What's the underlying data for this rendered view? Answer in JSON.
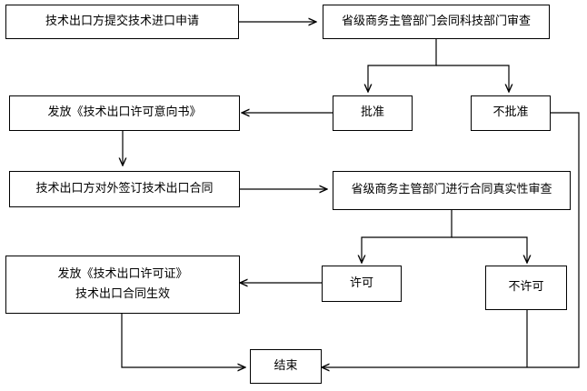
{
  "nodes": {
    "n1": {
      "lines": [
        "技术出口方提交技术进口申请"
      ]
    },
    "n2": {
      "lines": [
        "省级商务主管部门会同科技部门审查"
      ]
    },
    "n3": {
      "lines": [
        "批准"
      ]
    },
    "n4": {
      "lines": [
        "不批准"
      ]
    },
    "n5": {
      "lines": [
        "发放《技术出口许可意向书》"
      ]
    },
    "n6": {
      "lines": [
        "技术出口方对外签订技术出口合同"
      ]
    },
    "n7": {
      "lines": [
        "省级商务主管部门进行合同真实性审查"
      ]
    },
    "n8": {
      "lines": [
        "许可"
      ]
    },
    "n9": {
      "lines": [
        "不许可"
      ]
    },
    "n10": {
      "lines": [
        "发放《技术出口许可证》",
        "技术出口合同生效"
      ]
    },
    "n11": {
      "lines": [
        "结束"
      ]
    }
  },
  "colors": {
    "line": "#000000",
    "box_border": "#000000",
    "background": "#ffffff"
  }
}
